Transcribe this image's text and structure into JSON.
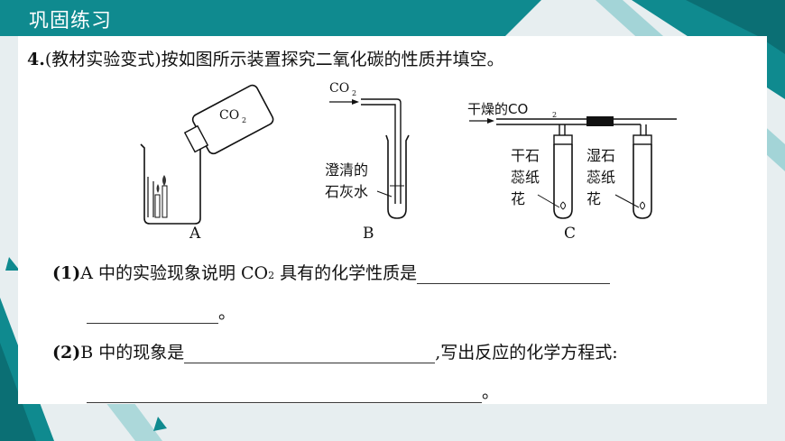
{
  "header": {
    "title": "巩固练习"
  },
  "question": {
    "number": "4.",
    "text": "(教材实验变式)按如图所示装置探究二氧化碳的性质并填空。"
  },
  "figures": {
    "a": {
      "bottle_label": "CO",
      "bottle_sub": "2",
      "caption": "A"
    },
    "b": {
      "gas_label": "CO",
      "gas_sub": "2",
      "tube_label_line1": "澄清的",
      "tube_label_line2": "石灰水",
      "caption": "B"
    },
    "c": {
      "gas_label_prefix": "干燥的CO",
      "gas_sub": "2",
      "dry_line1": "干石",
      "dry_line2": "蕊纸",
      "dry_line3": "花",
      "wet_line1": "湿石",
      "wet_line2": "蕊纸",
      "wet_line3": "花",
      "caption": "C"
    }
  },
  "sub1": {
    "num": "(1)",
    "text_before": "A 中的实验现象说明 CO",
    "sub": "2",
    "text_after": " 具有的化学性质是",
    "end": "。"
  },
  "sub2": {
    "num": "(2)",
    "text_before": "B 中的现象是",
    "text_mid": ",写出反应的化学方程式:",
    "end": "。"
  },
  "colors": {
    "teal": "#0f8a8f",
    "teal_dark": "#0b6f74",
    "light_teal": "#86c9cc"
  }
}
